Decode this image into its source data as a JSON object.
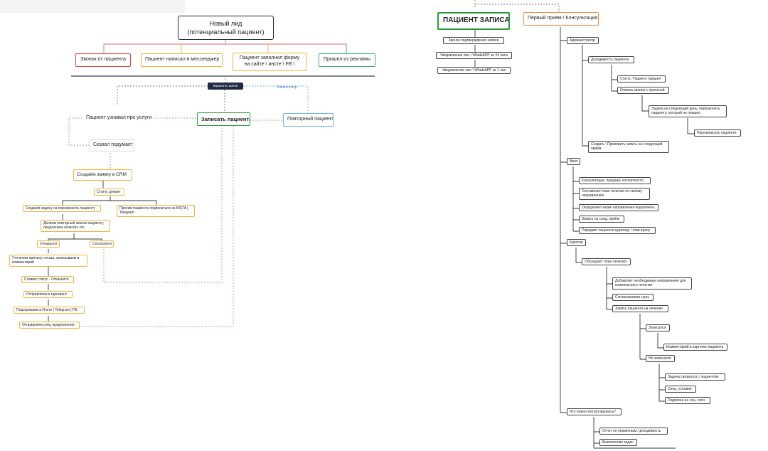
{
  "left": {
    "new_lead": "Новый лид\n(потенциальный пациент)",
    "sources": [
      "Звонок от пациента",
      "Пациент написал в мессенджер",
      "Пациент заполнил форму на сайте \\ инсте \\ FB \\",
      "Пришел из рекламы"
    ],
    "options_label": "Варианты шагов",
    "relationship_label": "Relationship",
    "learned": "Пациент узнавал про услуги",
    "book": "Записать пациента",
    "repeat": "Повторный пациент",
    "thinking": "Сказал подумает",
    "crm": "Создаём заявку в CRM",
    "status_thinks": "Статус думает",
    "task_call": "Создаём задачу на перезвонить пациенту",
    "ask_follow": "Просим пациента подписаться на INSTA | Telegram",
    "repeat_call": "Делаем повторный звонок пациенту, предлагаем записать etc.",
    "refused": "Отказался",
    "agreed": "Согласился",
    "clarify": "Уточняем причину отказа, записываем в комментарий",
    "status_refused": "Ставим статус - Отказался",
    "warmup": "Отправляем в заргевант",
    "retarget": "Подогреваем в Инсте | Telegram | FB",
    "special": "Отправляем спец предложения"
  },
  "middle": {
    "scheduled": "ПАЦИЕНТ ЗАПИСАН",
    "confirm_call": "Звонок подтверждения записи",
    "sms24": "Уведомление смс \\ WhatsAPP за 24 часа",
    "sms1": "Уведомление смс \\ WhatsAPP за 1 час"
  },
  "right": {
    "first_visit": "Первый приём / Консультация",
    "admin": "Администратор",
    "arrival": "Доходимость пациента",
    "status_came": "Статус 'Пациент пришёл'",
    "cancel_reason": "Отмена записи с причиной",
    "next_day_task": "Задача на следующий день, перезвонить пациенту, который не пришел",
    "rebook": "Перезаписать пациента",
    "create_check": "Создать \\ Проверить запись на следующий приём",
    "doctor": "Врач",
    "consult": "Консультация, продажа экспертности",
    "plan": "Составляет план лечения по своему направлению",
    "decide": "Определяет какие направления подключить",
    "next_reception": "Запись на след. приём",
    "handover": "Передает пациента куратору / глав врачу",
    "curator": "Куратор",
    "discuss": "Обсуждает план лечения",
    "add_dirs": "Добавляет необходимые направления для комплексного лечения",
    "price": "Согласовывает цену",
    "enroll": "Запись пациента на лечение",
    "enrolled": "Записался",
    "comment": "Комментарий в карточке пациента",
    "not_enrolled": "Не записался",
    "task_contact": "Задача связаться с пациентом",
    "special_terms": "Спец. условия",
    "subscribe": "Подписка на соц. сети",
    "control": "Что нужно контролировать?",
    "report": "Отчет по первичным / доходимость",
    "tasks": "Выполнение задач"
  },
  "colors": {
    "red": "#e04646",
    "orange": "#f08a3c",
    "yellow": "#f0b43c",
    "green": "#2b9a3a",
    "teal": "#39b36b",
    "blue": "#6fb2e6",
    "navy": "#1f2a44"
  }
}
